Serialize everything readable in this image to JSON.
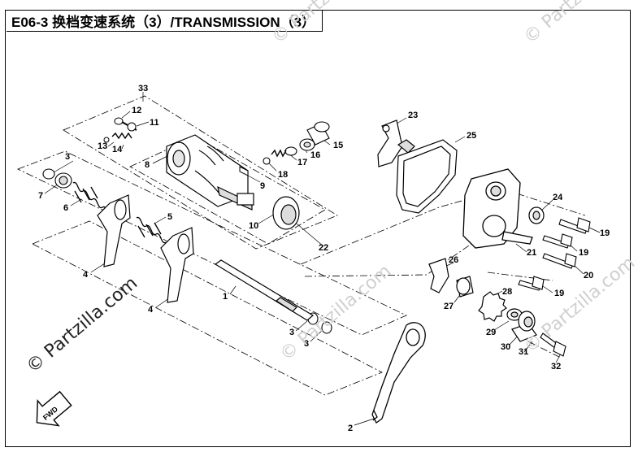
{
  "title": "E06-3 换档变速系统（3）/TRANSMISSION（3）",
  "watermark": "© Partzilla.com",
  "fwd_label": "FWD",
  "labels": {
    "l1": "1",
    "l2": "2",
    "l3a": "3",
    "l3b": "3",
    "l3c": "3",
    "l4a": "4",
    "l4b": "4",
    "l5": "5",
    "l6": "6",
    "l7": "7",
    "l8": "8",
    "l9": "9",
    "l10": "10",
    "l11": "11",
    "l12": "12",
    "l13": "13",
    "l14": "14",
    "l15": "15",
    "l16": "16",
    "l17": "17",
    "l18": "18",
    "l19a": "19",
    "l19b": "19",
    "l19c": "19",
    "l20": "20",
    "l21": "21",
    "l22": "22",
    "l23": "23",
    "l24": "24",
    "l25": "25",
    "l26": "26",
    "l27": "27",
    "l28": "28",
    "l29": "29",
    "l30": "30",
    "l31": "31",
    "l32": "32",
    "l33": "33"
  }
}
